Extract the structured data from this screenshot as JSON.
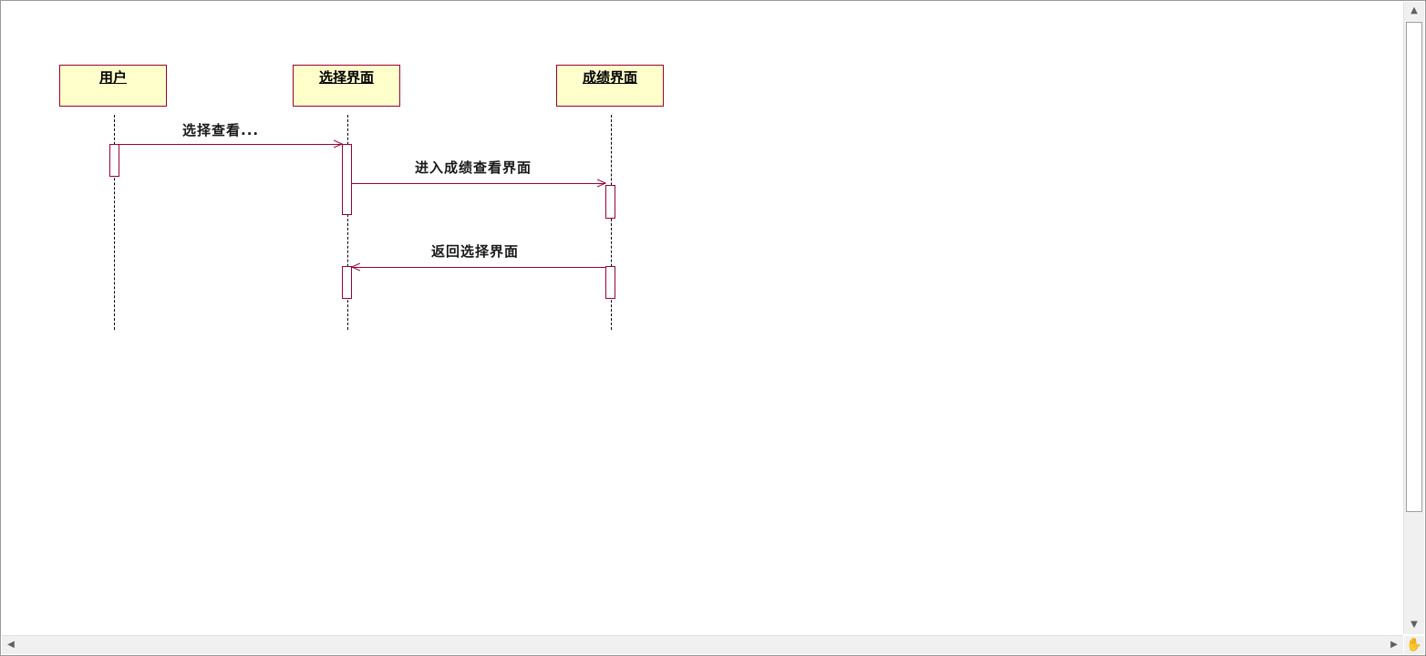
{
  "diagram": {
    "participants": [
      {
        "id": "user",
        "label": "用户"
      },
      {
        "id": "select",
        "label": "选择界面"
      },
      {
        "id": "score",
        "label": "成绩界面"
      }
    ],
    "messages": [
      {
        "from": "user",
        "to": "select",
        "label": "选择查看..."
      },
      {
        "from": "select",
        "to": "score",
        "label": "进入成绩查看界面"
      },
      {
        "from": "score",
        "to": "select",
        "label": "返回选择界面"
      }
    ]
  },
  "colors": {
    "participant_fill": "#ffffcc",
    "border_accent": "#990033",
    "lifeline": "#000000"
  },
  "icons": {
    "scroll_up": "triangle-up-icon",
    "scroll_down": "triangle-down-icon",
    "scroll_left": "triangle-left-icon",
    "scroll_right": "triangle-right-icon",
    "corner": "hand-pan-icon"
  }
}
